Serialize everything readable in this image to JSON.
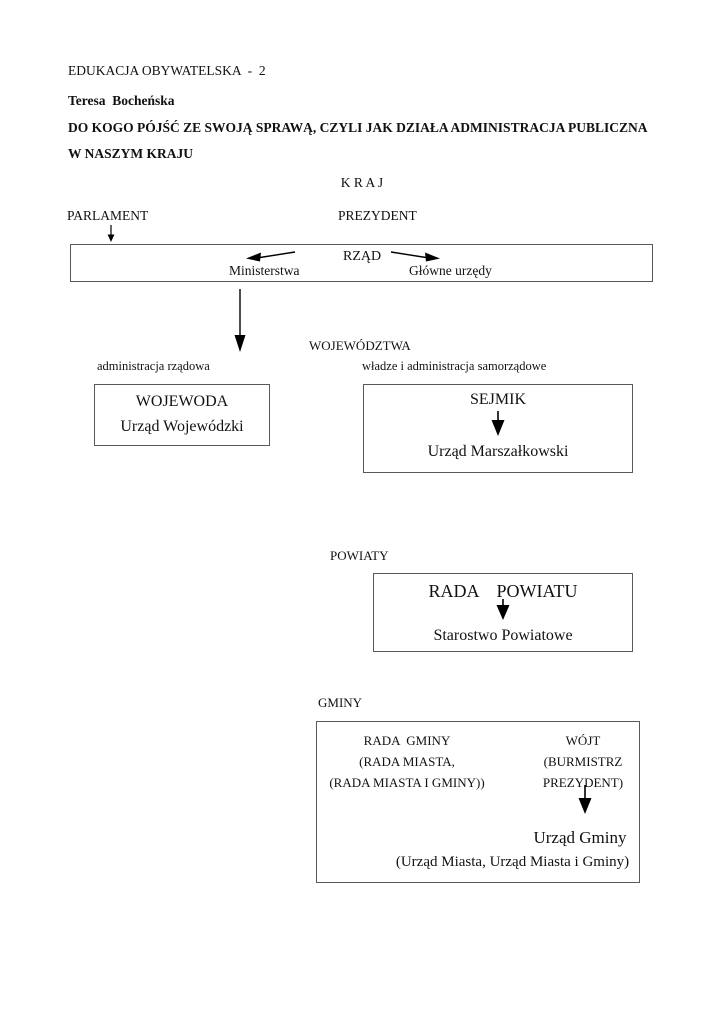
{
  "page": {
    "header": "EDUKACJA OBYWATELSKA  -  2",
    "author": "Teresa  Bocheńska",
    "title_line1": "DO KOGO PÓJŚĆ ZE SWOJĄ SPRAWĄ, CZYLI JAK DZIAŁA ADMINISTRACJA PUBLICZNA",
    "title_line2": "W NASZYM KRAJU"
  },
  "kraj": {
    "label": "K R A J",
    "parlament": "PARLAMENT",
    "prezydent": "PREZYDENT",
    "rzad_box": {
      "rzad": "RZĄD",
      "ministerstwa": "Ministerstwa",
      "glowne_urzedy": "Główne urzędy"
    }
  },
  "wojewodztwa": {
    "label": "WOJEWÓDZTWA",
    "left_caption": "administracja rządowa",
    "right_caption": "władze i administracja samorządowe",
    "wojewoda_box": {
      "line1": "WOJEWODA",
      "line2": "Urząd Wojewódzki"
    },
    "sejmik_box": {
      "line1": "SEJMIK",
      "line2": "Urząd Marszałkowski"
    }
  },
  "powiaty": {
    "label": "POWIATY",
    "box": {
      "line1": "RADA    POWIATU",
      "line2": "Starostwo Powiatowe"
    }
  },
  "gminy": {
    "label": "GMINY",
    "box": {
      "rada_lines": [
        "RADA  GMINY",
        "(RADA MIASTA,",
        "(RADA MIASTA I GMINY))"
      ],
      "wojt_lines": [
        "WÓJT",
        "(BURMISTRZ",
        "PREZYDENT)"
      ],
      "urzad": "Urząd Gminy",
      "urzad_alt": "(Urząd Miasta, Urząd Miasta i Gminy)"
    }
  },
  "colors": {
    "text": "#111111",
    "border": "#595959",
    "arrow": "#000000",
    "background": "#ffffff"
  }
}
